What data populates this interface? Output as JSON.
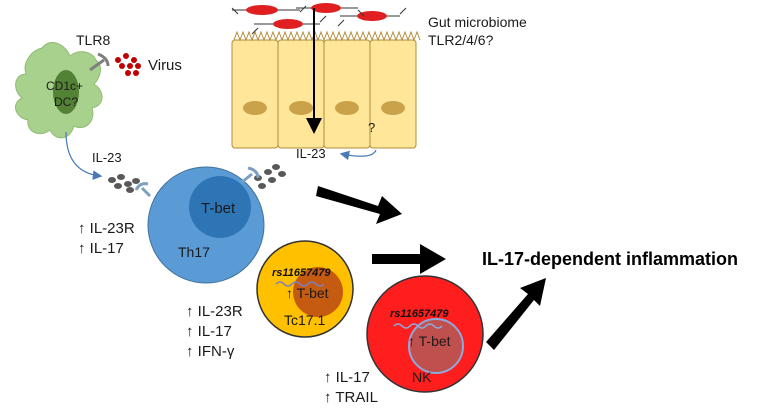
{
  "labels": {
    "tlr8": "TLR8",
    "virus": "Virus",
    "cd1c_dc_1": "CD1c+",
    "cd1c_dc_2": "DC?",
    "gut_1": "Gut microbiome",
    "gut_2": "TLR2/4/6?",
    "question": "?",
    "il23_left": "IL-23",
    "il23_right": "IL-23",
    "th17_name": "Th17",
    "tbet": "T-bet",
    "th17_markers": [
      "↑ IL-23R",
      "↑ IL-17"
    ],
    "tc17_name": "Tc17.1",
    "snp": "rs11657479",
    "tbet_up": "↑ T-bet",
    "tc17_markers": [
      "↑ IL-23R",
      "↑ IL-17",
      "↑ IFN-γ"
    ],
    "nk_name": "NK",
    "nk_markers": [
      "↑ IL-17",
      "↑ TRAIL"
    ],
    "outcome": "IL-17-dependent inflammation"
  },
  "colors": {
    "th17": "#5b9bd5",
    "th17_nucleus": "#2e75b6",
    "tc17": "#ffc000",
    "tc17_nucleus": "#c55a11",
    "nk": "#ff1e1e",
    "nk_nucleus": "#c0504d",
    "dc": "#a9d18e",
    "epithelium": "#ffe699",
    "bacteria": "#e02020",
    "virus": "#c00000",
    "il23": "#595959"
  }
}
